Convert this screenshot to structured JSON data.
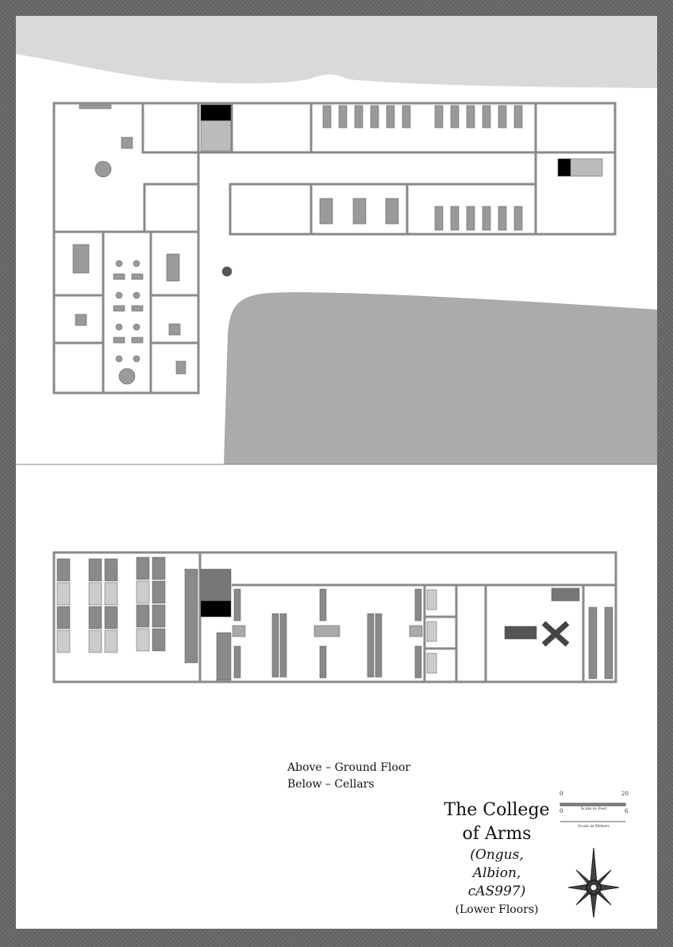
{
  "map": {
    "title_line1": "The College",
    "title_line2": "of Arms",
    "subtitle_line1": "(Ongus,",
    "subtitle_line2": "Albion,",
    "subtitle_line3": "cAS997)",
    "floors_note": "(Lower Floors)",
    "legend": {
      "above": "Above – Ground Floor",
      "below": "Below – Cellars"
    },
    "scale_bar": {
      "feet_start": "0",
      "feet_end": "20",
      "feet_caption": "Scale in Feet",
      "meters_start": "0",
      "meters_end": "6",
      "meters_caption": "Scale in Meters"
    },
    "compass": "compass-rose-icon"
  },
  "colors": {
    "frame": "#6b6b6b",
    "sheet": "#ffffff",
    "top_band": "#d9d9d9",
    "water": "#ababab",
    "wall": "#8a8a8a",
    "furniture": "#9a9a9a",
    "dark_fill": "#000000"
  },
  "sections": [
    {
      "name": "ground-floor",
      "label": "Above – Ground Floor"
    },
    {
      "name": "cellars",
      "label": "Below – Cellars"
    }
  ]
}
